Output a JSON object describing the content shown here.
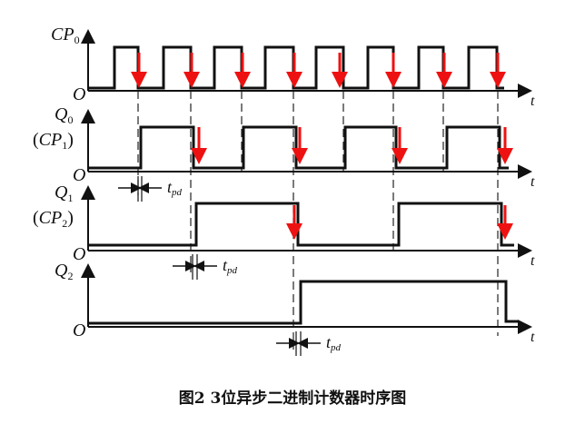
{
  "caption": "图2   3位异步二进制计数器时序图",
  "signals": {
    "cp0": {
      "name": "CP",
      "sub": "0"
    },
    "q0": {
      "name": "Q",
      "sub": "0",
      "alias": "CP",
      "alias_sub": "1"
    },
    "q1": {
      "name": "Q",
      "sub": "1",
      "alias": "CP",
      "alias_sub": "2"
    },
    "q2": {
      "name": "Q",
      "sub": "2"
    }
  },
  "axis": {
    "origin": "O",
    "time": "t"
  },
  "tpd": {
    "symbol": "t",
    "sub": "pd"
  },
  "colors": {
    "waveform": "#111111",
    "falling_edge_marker": "#ee1111",
    "background": "#ffffff"
  },
  "chart_data": {
    "type": "timing-diagram",
    "title": "3位异步二进制计数器时序图",
    "figure_number": "图2",
    "time_axis": "t",
    "falling_edges_of_cp0": 8,
    "series": [
      {
        "name": "CP0",
        "values": [
          0,
          1,
          0,
          1,
          0,
          1,
          0,
          1,
          0,
          1,
          0,
          1,
          0,
          1,
          0,
          1,
          0
        ]
      },
      {
        "name": "Q0 (CP1)",
        "values": [
          0,
          0,
          1,
          1,
          0,
          0,
          1,
          1,
          0,
          0,
          1,
          1,
          0,
          0,
          1,
          1,
          0
        ]
      },
      {
        "name": "Q1 (CP2)",
        "values": [
          0,
          0,
          0,
          0,
          1,
          1,
          1,
          1,
          0,
          0,
          0,
          0,
          1,
          1,
          1,
          1,
          0
        ]
      },
      {
        "name": "Q2",
        "values": [
          0,
          0,
          0,
          0,
          0,
          0,
          0,
          0,
          1,
          1,
          1,
          1,
          1,
          1,
          1,
          1,
          0
        ]
      }
    ],
    "annotations": [
      "tpd between CP0 fall and Q0 rise",
      "tpd between Q0 fall and Q1 rise",
      "tpd between Q1 fall and Q2 rise",
      "red arrows mark falling edges that trigger next stage"
    ]
  }
}
